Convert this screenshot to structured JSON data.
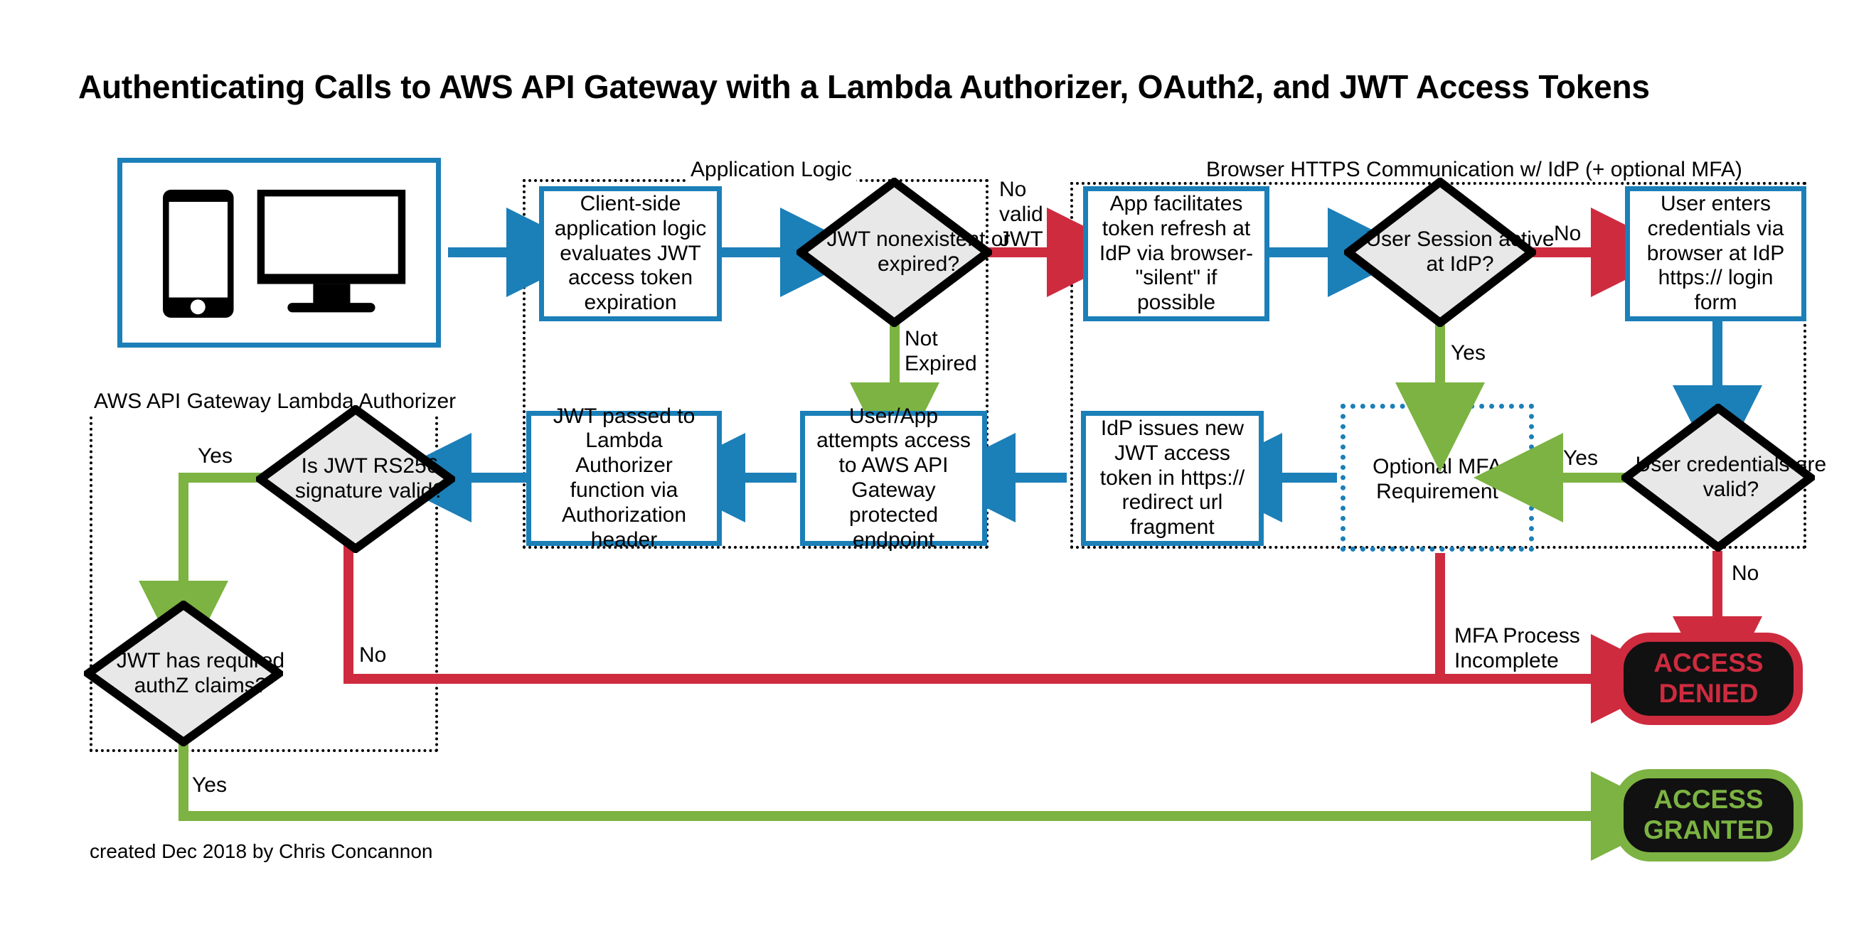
{
  "title": "Authenticating Calls to AWS API Gateway with a Lambda Authorizer, OAuth2, and JWT Access Tokens",
  "credit": "created Dec 2018 by Chris Concannon",
  "colors": {
    "blue": "#1b7fb8",
    "red": "#ce2b3f",
    "green": "#7cb342",
    "diamond_fill": "#e8e8e8",
    "pill_fill": "#111111"
  },
  "groups": {
    "app_logic": "Application Logic",
    "browser": "Browser HTTPS Communication w/ IdP (+ optional MFA)",
    "lambda": "AWS API Gateway Lambda Authorizer",
    "mfa": "Optional MFA\nRequirement"
  },
  "nodes": {
    "devices": "devices-icon",
    "client_side": "Client-side application logic evaluates JWT access token expiration",
    "jwt_expired": "JWT nonexistent or expired?",
    "app_refresh": "App facilitates token refresh at IdP via browser- \"silent\" if possible",
    "session_active": "User Session active at IdP?",
    "user_enters": "User enters credentials via browser at IdP https:// login form",
    "jwt_passed": "JWT passed to Lambda Authorizer function via Authorization header",
    "user_attempts": "User/App attempts access to AWS API Gateway protected endpoint",
    "idp_issues": "IdP issues new JWT access token in https:// redirect url fragment",
    "creds_valid": "User credentials are valid?",
    "rs256_valid": "Is JWT RS256 signature valid?",
    "authz_claims": "JWT has required authZ claims?",
    "access_denied": "ACCESS DENIED",
    "access_granted": "ACCESS GRANTED"
  },
  "edge_labels": {
    "no_valid_jwt": "No\nvalid\nJWT",
    "not_expired": "Not\nExpired",
    "session_no": "No",
    "session_yes": "Yes",
    "creds_yes": "Yes",
    "creds_no": "No",
    "rs256_yes": "Yes",
    "rs256_no": "No",
    "claims_yes": "Yes",
    "mfa_incomplete": "MFA Process\nIncomplete"
  }
}
